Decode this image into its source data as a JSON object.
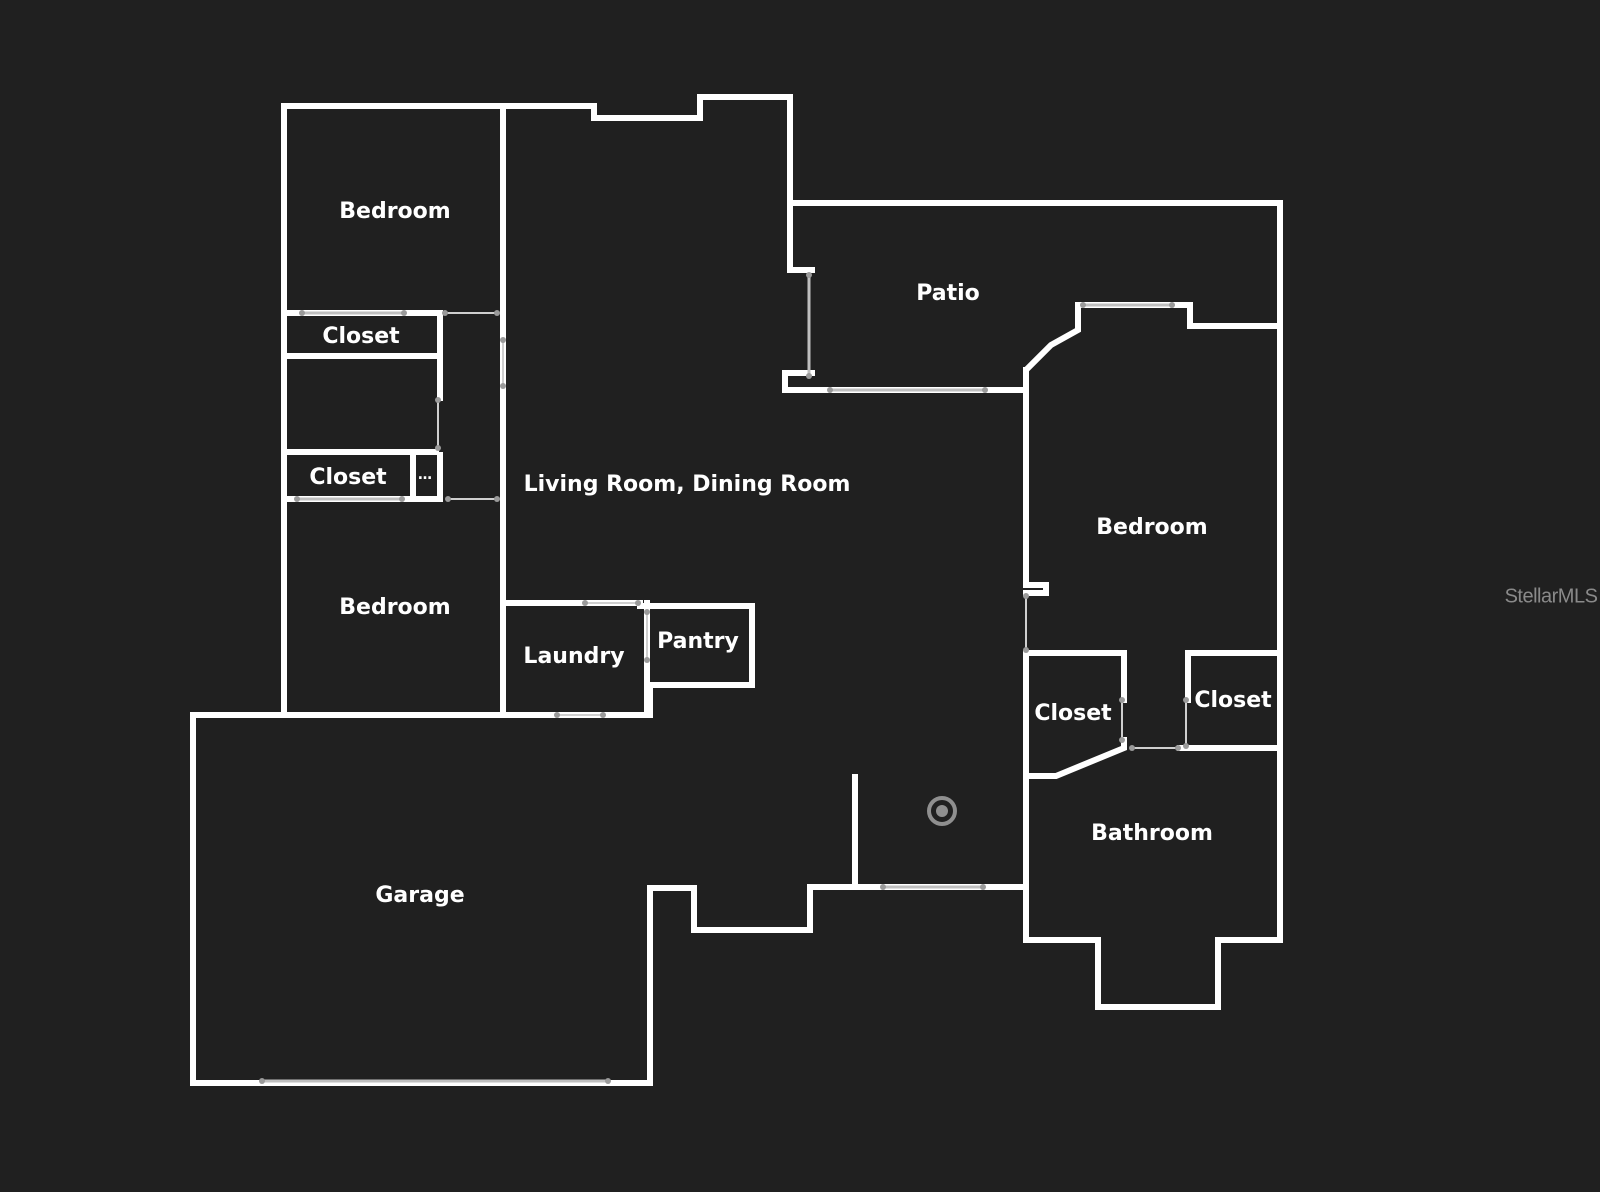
{
  "rooms": {
    "bedroom_top_left": "Bedroom",
    "closet_upper": "Closet",
    "closet_lower": "Closet",
    "closet_lower_ellipsis": "…",
    "bedroom_mid_left": "Bedroom",
    "living_dining": "Living Room, Dining Room",
    "patio": "Patio",
    "bedroom_right": "Bedroom",
    "laundry": "Laundry",
    "pantry": "Pantry",
    "closet_right_a": "Closet",
    "closet_right_b": "Closet",
    "bathroom": "Bathroom",
    "garage": "Garage"
  },
  "watermark": "StellarMLS",
  "colors": {
    "background": "#202020",
    "walls": "#ffffff",
    "text": "#ffffff",
    "watermark": "#8a8a8a"
  },
  "icons": {
    "viewpoint": "viewpoint-target-icon"
  }
}
